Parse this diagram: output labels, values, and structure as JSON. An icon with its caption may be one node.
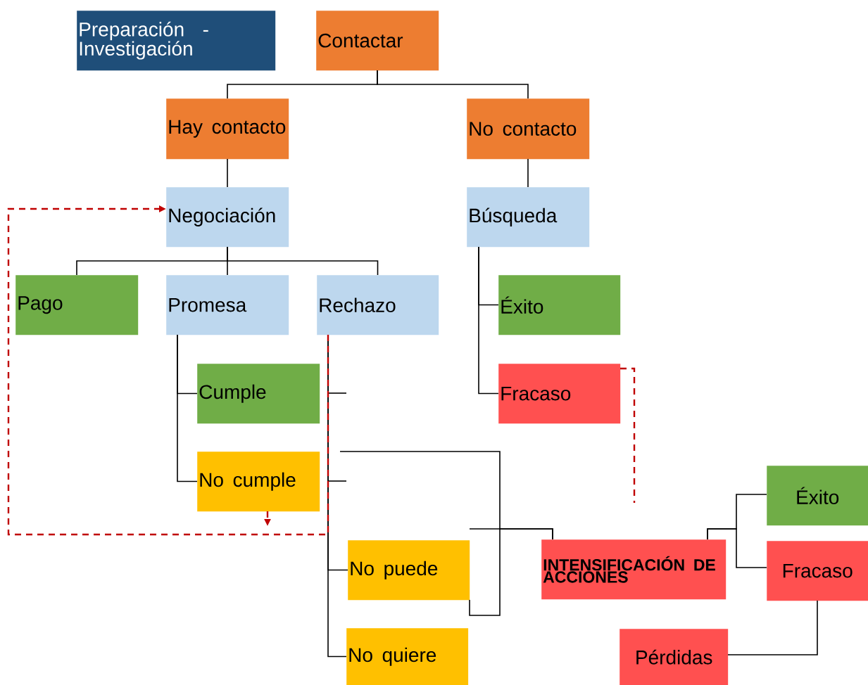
{
  "diagram": {
    "nodes": [
      {
        "text": [
          "Preparación - Investigación"
        ]
      },
      {
        "text": [
          "Contactar"
        ]
      },
      {
        "text": [
          "Hay contacto"
        ]
      },
      {
        "text": [
          "No contacto"
        ]
      },
      {
        "text": [
          "Negociación"
        ]
      },
      {
        "text": [
          "Búsqueda"
        ]
      },
      {
        "text": [
          "Pago"
        ]
      },
      {
        "text": [
          "Promesa"
        ]
      },
      {
        "text": [
          "Rechazo"
        ]
      },
      {
        "text": [
          "Éxito"
        ]
      },
      {
        "text": [
          "Cumple"
        ]
      },
      {
        "text": [
          "Fracaso"
        ]
      },
      {
        "text": [
          "No cumple"
        ]
      },
      {
        "text": [
          "No puede"
        ]
      },
      {
        "text": [
          "INTENSIFICACIÓN DE ACCIONES"
        ]
      },
      {
        "text": [
          "No quiere"
        ]
      },
      {
        "text": [
          "Éxito"
        ]
      },
      {
        "text": [
          "Fracaso"
        ]
      },
      {
        "text": [
          "Pérdidas"
        ]
      }
    ],
    "edges": [
      {
        "from": 1,
        "to": 2,
        "arrow": "none"
      },
      {
        "from": 1,
        "to": 3,
        "arrow": "none"
      },
      {
        "from": 2,
        "to": 4,
        "arrow": "none"
      },
      {
        "from": 3,
        "to": 5,
        "arrow": "none"
      },
      {
        "from": 4,
        "to": 6,
        "arrow": "none"
      },
      {
        "from": 4,
        "to": 7,
        "arrow": "none"
      },
      {
        "from": 4,
        "to": 8,
        "arrow": "none"
      },
      {
        "from": 5,
        "to": 9,
        "arrow": "none"
      },
      {
        "from": 5,
        "to": 11,
        "arrow": "none"
      },
      {
        "from": 7,
        "to": 10,
        "arrow": "none"
      },
      {
        "from": 7,
        "to": 12,
        "arrow": "none"
      },
      {
        "from": 8,
        "to": 13,
        "arrow": "none"
      },
      {
        "from": 8,
        "to": 15,
        "arrow": "none"
      },
      {
        "from": 13,
        "to": 14,
        "arrow": "none"
      },
      {
        "from": null,
        "to": 14,
        "arrow": "none"
      },
      {
        "from": 14,
        "to": 16,
        "arrow": "none"
      },
      {
        "from": 14,
        "to": 17,
        "arrow": "none"
      },
      {
        "from": 17,
        "to": 18,
        "arrow": "none"
      },
      {
        "from": 8,
        "to": 4,
        "arrow": "to",
        "style": "dashed",
        "color": "#c00000"
      },
      {
        "from": 12,
        "to": null,
        "arrow": "to",
        "style": "dashed",
        "color": "#c00000"
      },
      {
        "from": 11,
        "to": null,
        "arrow": "none",
        "style": "dashed",
        "color": "#c00000"
      }
    ]
  }
}
